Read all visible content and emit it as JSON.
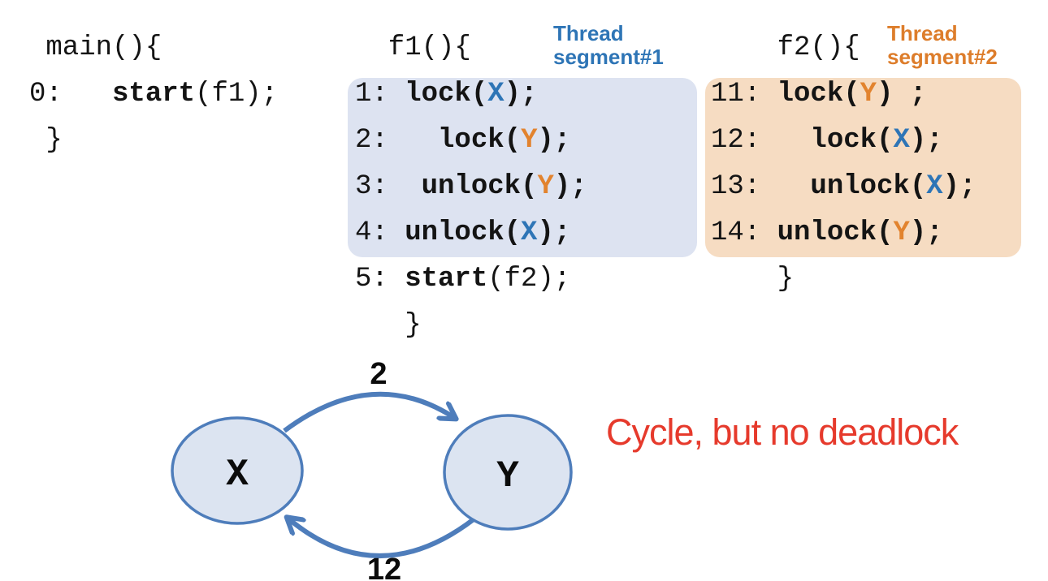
{
  "palette": {
    "code_black": "#141414",
    "lock_x_blue": "#2E75B6",
    "lock_y_orange": "#E2832E",
    "thread1_label_blue": "#2E75B6",
    "thread2_label_orange": "#DD7D2B",
    "box_blue_fill": "#DDE3F1",
    "box_orange_fill": "#F6DCC2",
    "node_fill": "#DCE4F1",
    "node_stroke": "#4E7DBB",
    "arrow_stroke": "#4E7DBB",
    "note_red": "#E63A2C"
  },
  "annotations": {
    "thread1": {
      "line1": "Thread",
      "line2": "segment#1"
    },
    "thread2": {
      "line1": "Thread",
      "line2": "segment#2"
    }
  },
  "code": {
    "columns": [
      {
        "name": "main",
        "lines": [
          {
            "seg": [
              {
                "t": " main(){"
              }
            ]
          },
          {
            "seg": [
              {
                "t": "0:   "
              },
              {
                "t": "start",
                "c": "kw"
              },
              {
                "t": "(f1);"
              }
            ]
          },
          {
            "seg": [
              {
                "t": " }"
              }
            ]
          }
        ]
      },
      {
        "name": "f1",
        "lines": [
          {
            "seg": [
              {
                "t": "  f1(){"
              }
            ]
          },
          {
            "seg": [
              {
                "t": "1: "
              },
              {
                "t": "lock(",
                "c": "kw"
              },
              {
                "t": "X",
                "c": "lx"
              },
              {
                "t": ");",
                "c": "kw"
              }
            ]
          },
          {
            "seg": [
              {
                "t": "2:   "
              },
              {
                "t": "lock(",
                "c": "kw"
              },
              {
                "t": "Y",
                "c": "ly"
              },
              {
                "t": ");",
                "c": "kw"
              }
            ]
          },
          {
            "seg": [
              {
                "t": "3:  "
              },
              {
                "t": "unlock(",
                "c": "kw"
              },
              {
                "t": "Y",
                "c": "ly"
              },
              {
                "t": ");",
                "c": "kw"
              }
            ]
          },
          {
            "seg": [
              {
                "t": "4: "
              },
              {
                "t": "unlock(",
                "c": "kw"
              },
              {
                "t": "X",
                "c": "lx"
              },
              {
                "t": ");",
                "c": "kw"
              }
            ]
          },
          {
            "seg": [
              {
                "t": "5: "
              },
              {
                "t": "start",
                "c": "kw"
              },
              {
                "t": "(f2);"
              }
            ]
          },
          {
            "seg": [
              {
                "t": "   }"
              }
            ]
          }
        ]
      },
      {
        "name": "f2",
        "lines": [
          {
            "seg": [
              {
                "t": "    f2(){"
              }
            ]
          },
          {
            "seg": [
              {
                "t": "11: "
              },
              {
                "t": "lock(",
                "c": "kw"
              },
              {
                "t": "Y",
                "c": "ly"
              },
              {
                "t": ") ;",
                "c": "kw"
              }
            ]
          },
          {
            "seg": [
              {
                "t": "12:   "
              },
              {
                "t": "lock(",
                "c": "kw"
              },
              {
                "t": "X",
                "c": "lx"
              },
              {
                "t": ");",
                "c": "kw"
              }
            ]
          },
          {
            "seg": [
              {
                "t": "13:   "
              },
              {
                "t": "unlock(",
                "c": "kw"
              },
              {
                "t": "X",
                "c": "lx"
              },
              {
                "t": ");",
                "c": "kw"
              }
            ]
          },
          {
            "seg": [
              {
                "t": "14: "
              },
              {
                "t": "unlock(",
                "c": "kw"
              },
              {
                "t": "Y",
                "c": "ly"
              },
              {
                "t": ");",
                "c": "kw"
              }
            ]
          },
          {
            "seg": [
              {
                "t": "    }"
              }
            ]
          }
        ]
      }
    ]
  },
  "graph": {
    "node_x_label": "X",
    "node_y_label": "Y",
    "edge_top_label": "2",
    "edge_bottom_label": "12",
    "note": "Cycle, but no deadlock"
  }
}
